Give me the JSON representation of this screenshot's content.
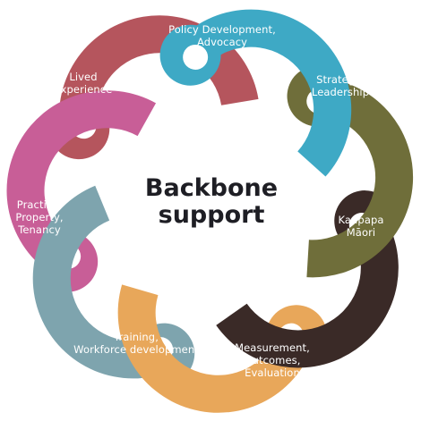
{
  "center": {
    "line1": "Backbone",
    "line2": "support"
  },
  "segments": [
    {
      "key": "policy",
      "lines": [
        "Policy Development,",
        "Advocacy"
      ],
      "color": "#3ea9c5"
    },
    {
      "key": "strategy",
      "lines": [
        "Strategy,",
        "Leadership"
      ],
      "color": "#6f6e3a"
    },
    {
      "key": "kaupapa",
      "lines": [
        "Kaupapa",
        "Māori"
      ],
      "color": "#3a2a27"
    },
    {
      "key": "measurement",
      "lines": [
        "Measurement,",
        "Outcomes,",
        "Evaluation"
      ],
      "color": "#e8a75a"
    },
    {
      "key": "training",
      "lines": [
        "Training,",
        "Workforce development"
      ],
      "color": "#7ea4ae"
    },
    {
      "key": "practice",
      "lines": [
        "Practice,",
        "Property,",
        "Tenancy"
      ],
      "color": "#c85e97"
    },
    {
      "key": "lived",
      "lines": [
        "Lived",
        "experience"
      ],
      "color": "#b5555d"
    }
  ]
}
